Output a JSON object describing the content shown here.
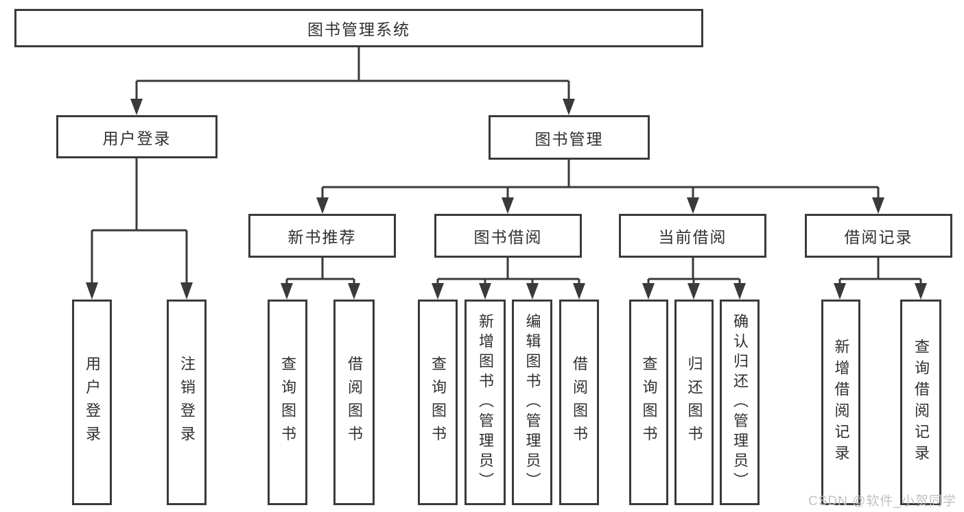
{
  "nodes": {
    "root": {
      "label": "图书管理系统"
    },
    "l2": [
      {
        "label": "用户登录"
      },
      {
        "label": "图书管理"
      }
    ],
    "l3": [
      {
        "label": "新书推荐"
      },
      {
        "label": "图书借阅"
      },
      {
        "label": "当前借阅"
      },
      {
        "label": "借阅记录"
      }
    ],
    "leaves_login": [
      {
        "label": "用户登录"
      },
      {
        "label": "注销登录"
      }
    ],
    "leaves_newbook": [
      {
        "label": "查询图书"
      },
      {
        "label": "借阅图书"
      }
    ],
    "leaves_borrow": [
      {
        "label": "查询图书"
      },
      {
        "label": "新增图书（管理员）"
      },
      {
        "label": "编辑图书（管理员）"
      },
      {
        "label": "借阅图书"
      }
    ],
    "leaves_current": [
      {
        "label": "查询图书"
      },
      {
        "label": "归还图书"
      },
      {
        "label": "确认归还（管理员）"
      }
    ],
    "leaves_records": [
      {
        "label": "新增借阅记录"
      },
      {
        "label": "查询借阅记录"
      }
    ]
  },
  "watermark": {
    "text": "CSDN @软件_小贺同学"
  },
  "colors": {
    "line": "#3a3a3a",
    "text": "#303030",
    "watermark": "#bfc2c6",
    "background": "#ffffff"
  }
}
